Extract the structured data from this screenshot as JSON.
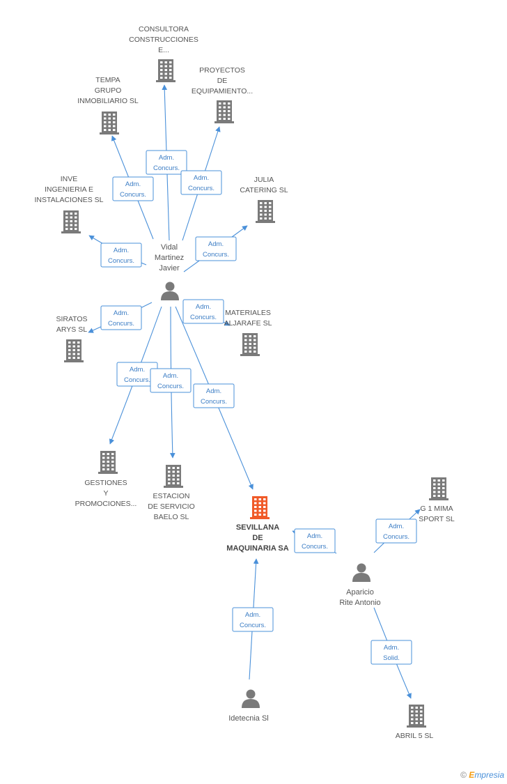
{
  "colors": {
    "company": "#7a7a7a",
    "main_company": "#f05a28",
    "person": "#7a7a7a",
    "edge": "#4a90d9"
  },
  "nodes": [
    {
      "id": "consultora",
      "kind": "company",
      "label": [
        "CONSULTORA",
        "CONSTRUCCIONES",
        "E..."
      ]
    },
    {
      "id": "tempa",
      "kind": "company",
      "label": [
        "TEMPA",
        "GRUPO",
        "INMOBILIARIO SL"
      ]
    },
    {
      "id": "proyectos",
      "kind": "company",
      "label": [
        "PROYECTOS",
        "DE",
        "EQUIPAMIENTO..."
      ]
    },
    {
      "id": "inve",
      "kind": "company",
      "label": [
        "INVE",
        "INGENIERIA E",
        "INSTALACIONES SL"
      ]
    },
    {
      "id": "julia",
      "kind": "company",
      "label": [
        "JULIA",
        "CATERING SL"
      ]
    },
    {
      "id": "vidal",
      "kind": "person",
      "label": [
        "Vidal",
        "Martinez",
        "Javier"
      ]
    },
    {
      "id": "siratos",
      "kind": "company",
      "label": [
        "SIRATOS",
        "ARYS SL"
      ]
    },
    {
      "id": "materiales",
      "kind": "company",
      "label": [
        "MATERIALES",
        "ALJARAFE SL"
      ]
    },
    {
      "id": "gestiones",
      "kind": "company",
      "label": [
        "GESTIONES",
        "Y",
        "PROMOCIONES..."
      ]
    },
    {
      "id": "estacion",
      "kind": "company",
      "label": [
        "ESTACION",
        "DE SERVICIO",
        "BAELO SL"
      ]
    },
    {
      "id": "sevillana",
      "kind": "main",
      "label": [
        "SEVILLANA",
        "DE",
        "MAQUINARIA SA"
      ]
    },
    {
      "id": "g1mima",
      "kind": "company",
      "label": [
        "G 1 MIMA",
        "SPORT SL"
      ]
    },
    {
      "id": "aparicio",
      "kind": "person",
      "label": [
        "Aparicio",
        "Rite Antonio"
      ]
    },
    {
      "id": "idetecnia",
      "kind": "person",
      "label": [
        "Idetecnia Sl"
      ]
    },
    {
      "id": "abril5",
      "kind": "company",
      "label": [
        "ABRIL 5  SL"
      ]
    }
  ],
  "edges": [
    {
      "from": "vidal",
      "to": "consultora",
      "label": [
        "Adm.",
        "Concurs."
      ]
    },
    {
      "from": "vidal",
      "to": "tempa",
      "label": [
        "Adm.",
        "Concurs."
      ]
    },
    {
      "from": "vidal",
      "to": "proyectos",
      "label": [
        "Adm.",
        "Concurs."
      ]
    },
    {
      "from": "vidal",
      "to": "inve",
      "label": [
        "Adm.",
        "Concurs."
      ]
    },
    {
      "from": "vidal",
      "to": "julia",
      "label": [
        "Adm.",
        "Concurs."
      ]
    },
    {
      "from": "vidal",
      "to": "siratos",
      "label": [
        "Adm.",
        "Concurs."
      ]
    },
    {
      "from": "vidal",
      "to": "materiales",
      "label": [
        "Adm.",
        "Concurs."
      ]
    },
    {
      "from": "vidal",
      "to": "gestiones",
      "label": [
        "Adm.",
        "Concurs."
      ]
    },
    {
      "from": "vidal",
      "to": "estacion",
      "label": [
        "Adm.",
        "Concurs."
      ]
    },
    {
      "from": "vidal",
      "to": "sevillana",
      "label": [
        "Adm.",
        "Concurs."
      ]
    },
    {
      "from": "aparicio",
      "to": "sevillana",
      "label": [
        "Adm.",
        "Concurs."
      ]
    },
    {
      "from": "aparicio",
      "to": "g1mima",
      "label": [
        "Adm.",
        "Concurs."
      ]
    },
    {
      "from": "aparicio",
      "to": "abril5",
      "label": [
        "Adm.",
        "Solid."
      ]
    },
    {
      "from": "idetecnia",
      "to": "sevillana",
      "label": [
        "Adm.",
        "Concurs."
      ]
    }
  ],
  "copyright": {
    "symbol": "©",
    "brand_first": "E",
    "brand_rest": "mpresia"
  }
}
